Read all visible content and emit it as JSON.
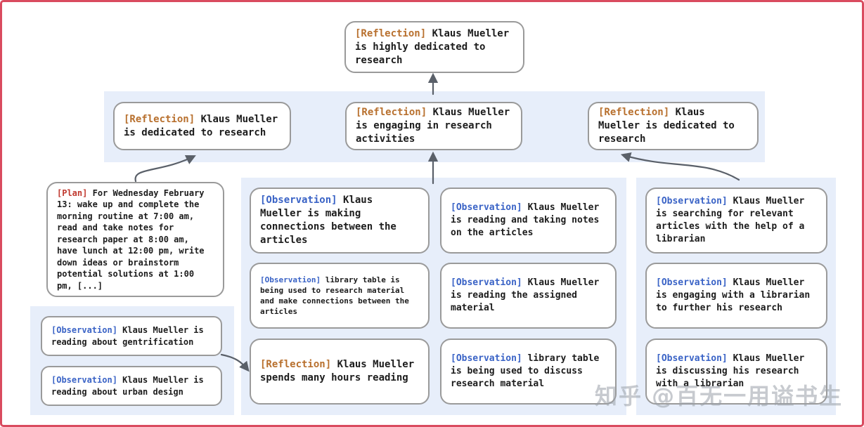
{
  "colors": {
    "frame_red": "#d94b5f",
    "panel_blue": "#e7eefa",
    "box_border": "#9a9a9a",
    "text_ink": "#1c1c1c",
    "reflection_tag": "#b8702e",
    "observation_tag": "#3a63c6",
    "plan_tag": "#c0392f",
    "arrow_gray": "#5a6069",
    "watermark_gray": "#9aa0a8"
  },
  "nodes": {
    "root": {
      "tag": "[Reflection]",
      "text": "Klaus Mueller is highly dedicated to research"
    },
    "reflections_row": [
      {
        "tag": "[Reflection]",
        "text": "Klaus Mueller is dedicated to research"
      },
      {
        "tag": "[Reflection]",
        "text": "Klaus Mueller is engaging in research activities"
      },
      {
        "tag": "[Reflection]",
        "text": "Klaus Mueller is dedicated to research"
      }
    ],
    "plan": {
      "tag": "[Plan]",
      "text": "For Wednesday February 13: wake up and complete the morning routine at 7:00 am, read and take notes for research paper at 8:00 am, have lunch at 12:00 pm, write down ideas or brainstorm potential solutions at 1:00 pm, [...]"
    },
    "left_panel": [
      {
        "tag": "[Observation]",
        "text": "Klaus Mueller is reading about gentrification"
      },
      {
        "tag": "[Observation]",
        "text": "Klaus Mueller is reading about urban design"
      }
    ],
    "middle_col1": [
      {
        "tag": "[Observation]",
        "text": "Klaus Mueller is making connections between the articles"
      },
      {
        "tag": "[Observation]",
        "text": "library table is being used to research material and make connections between the articles"
      },
      {
        "tag": "[Reflection]",
        "text": "Klaus Mueller spends many hours reading"
      }
    ],
    "middle_col2": [
      {
        "tag": "[Observation]",
        "text": "Klaus Mueller is reading and taking notes on the articles"
      },
      {
        "tag": "[Observation]",
        "text": "Klaus Mueller is reading the assigned material"
      },
      {
        "tag": "[Observation]",
        "text": "library table is being used to discuss research material"
      }
    ],
    "right_panel": [
      {
        "tag": "[Observation]",
        "text": "Klaus Mueller is searching for relevant articles with the help of a librarian"
      },
      {
        "tag": "[Observation]",
        "text": "Klaus Mueller is engaging with a librarian to further his research"
      },
      {
        "tag": "[Observation]",
        "text": "Klaus Mueller is discussing his research with a librarian"
      }
    ]
  },
  "watermark": {
    "text": "知乎 @百无一用谥书生"
  }
}
